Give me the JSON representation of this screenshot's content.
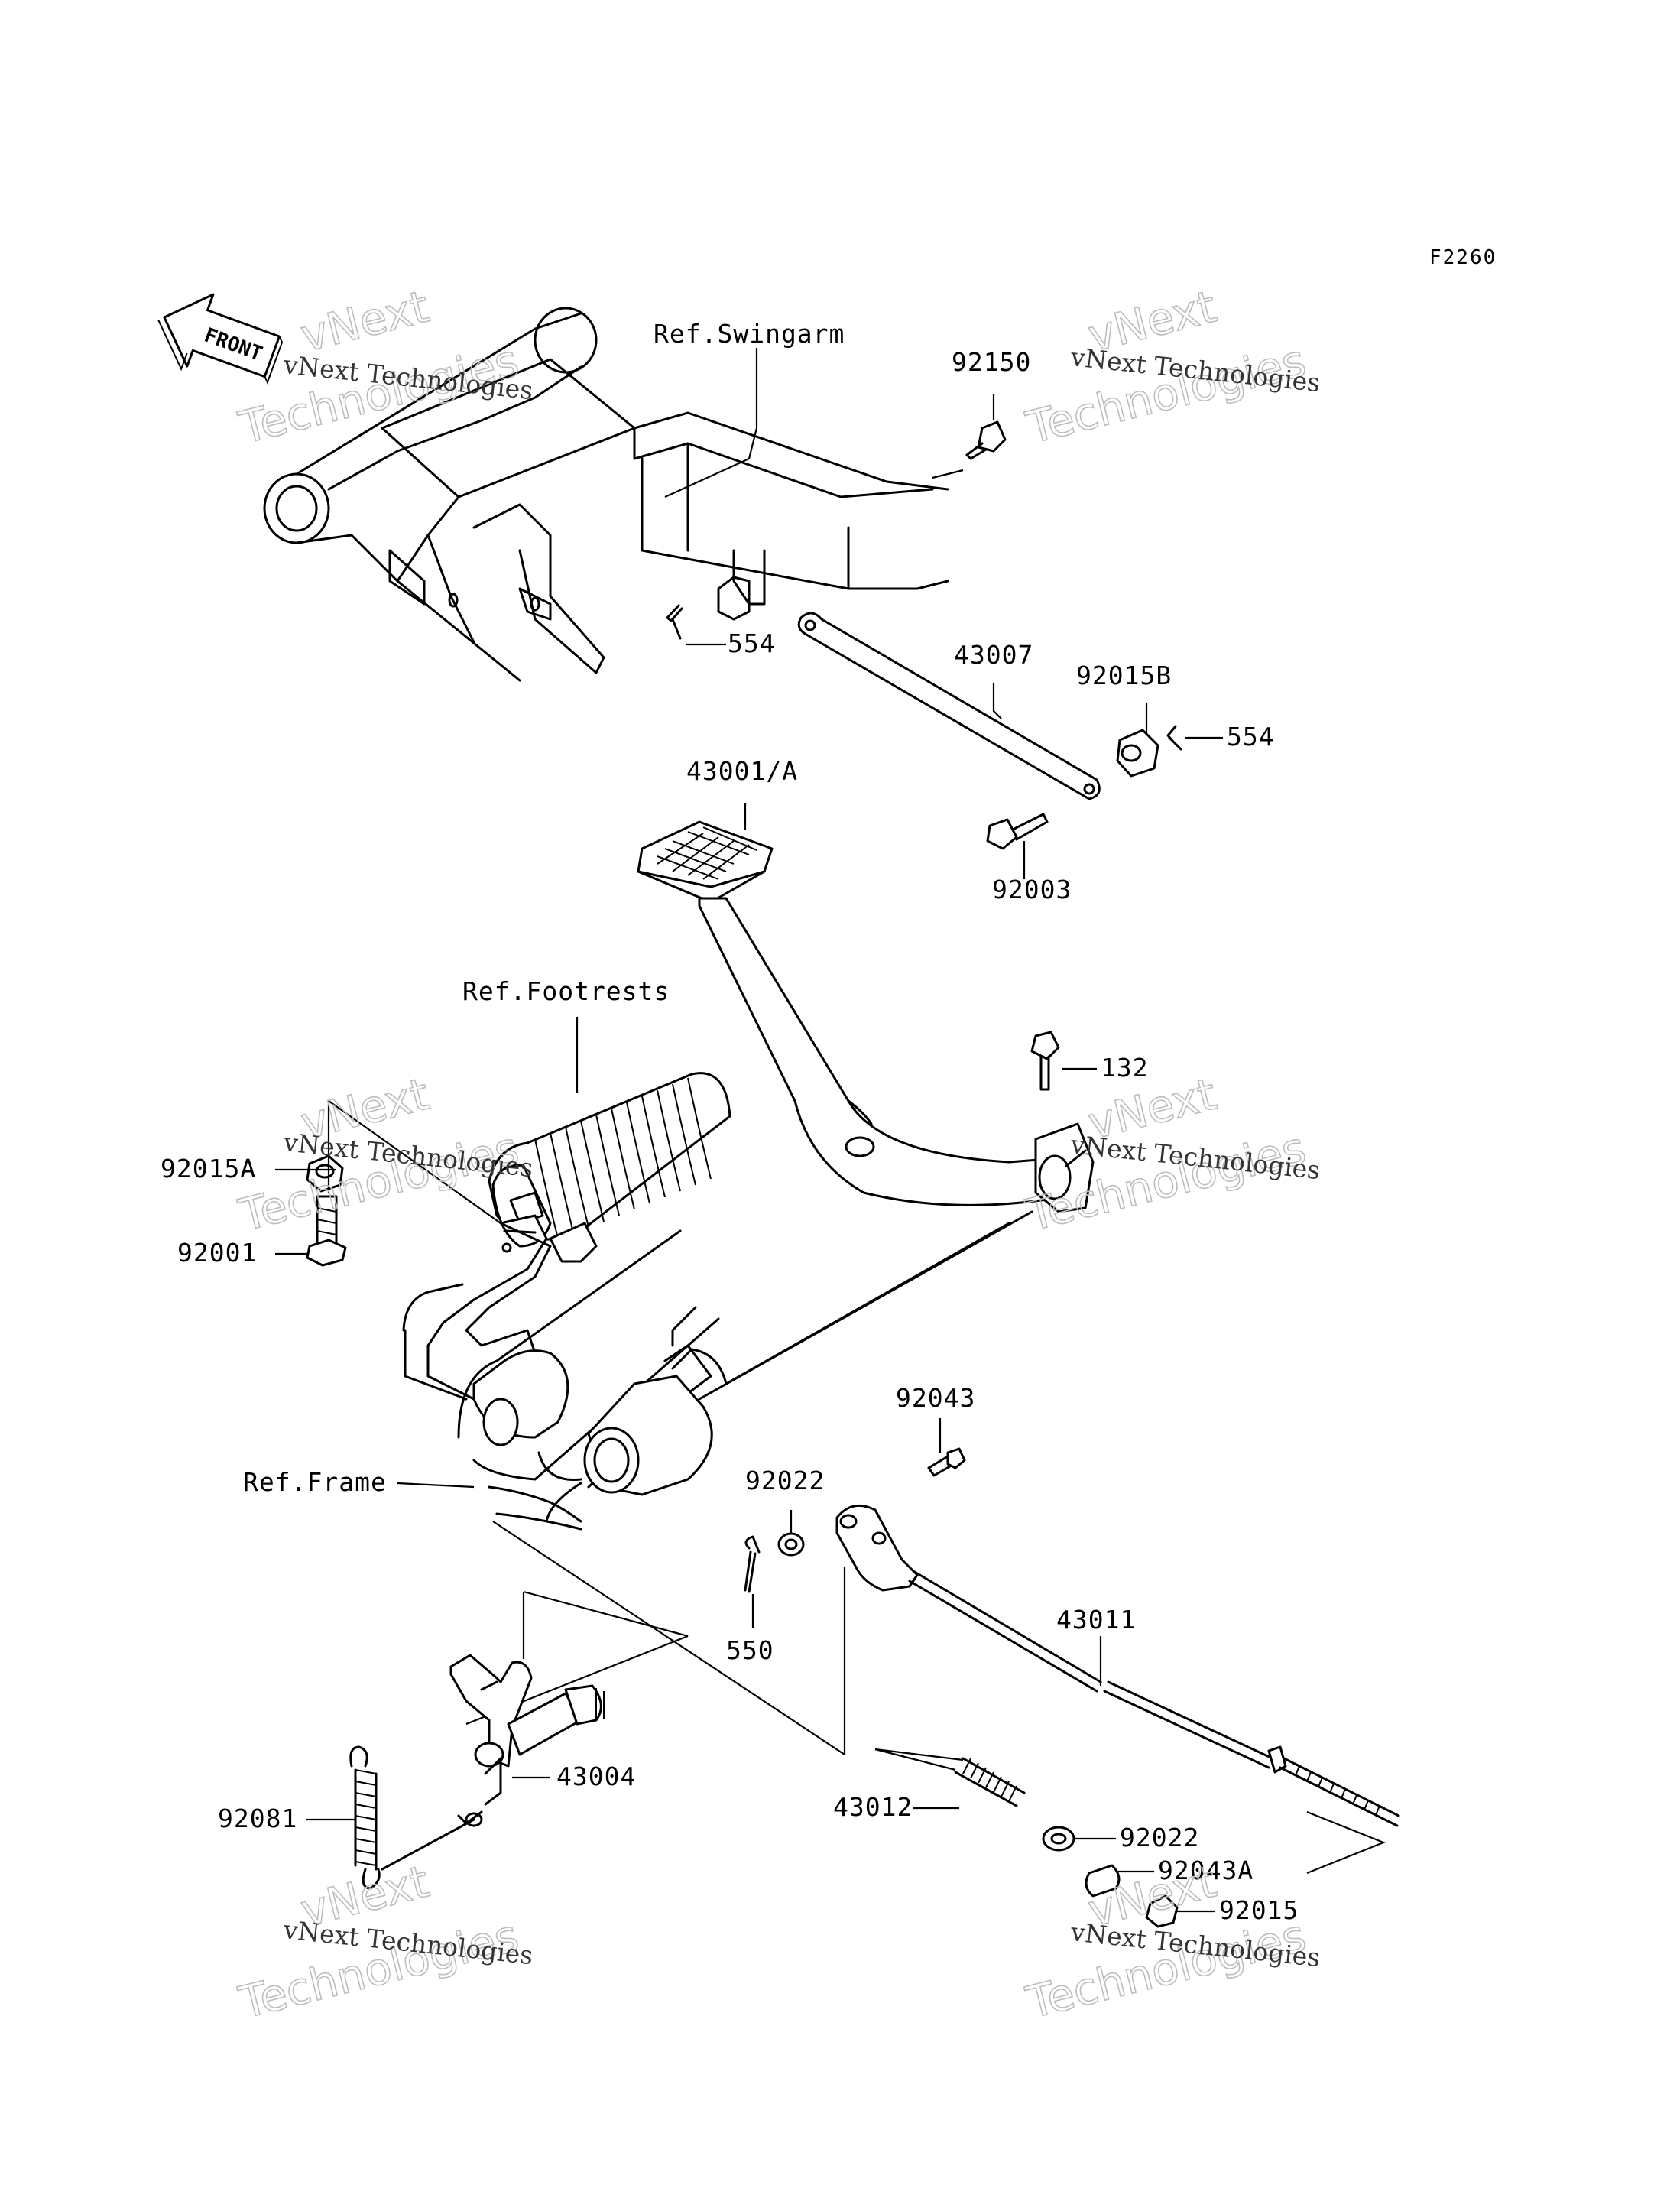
{
  "figure_id": "F2260",
  "front_badge": "FRONT",
  "watermark": {
    "line1": "vNext Technologies",
    "line2a": "vNext",
    "line2b": "Technologies"
  },
  "refs": {
    "swingarm": "Ref.Swingarm",
    "footrests": "Ref.Footrests",
    "frame": "Ref.Frame"
  },
  "parts": [
    "92150",
    "554",
    "43007",
    "92015B",
    "554",
    "43001/A",
    "92003",
    "132",
    "92015A",
    "92001",
    "92043",
    "92022",
    "550",
    "43011",
    "43004",
    "92081",
    "43012",
    "92022",
    "92043A",
    "92015"
  ]
}
